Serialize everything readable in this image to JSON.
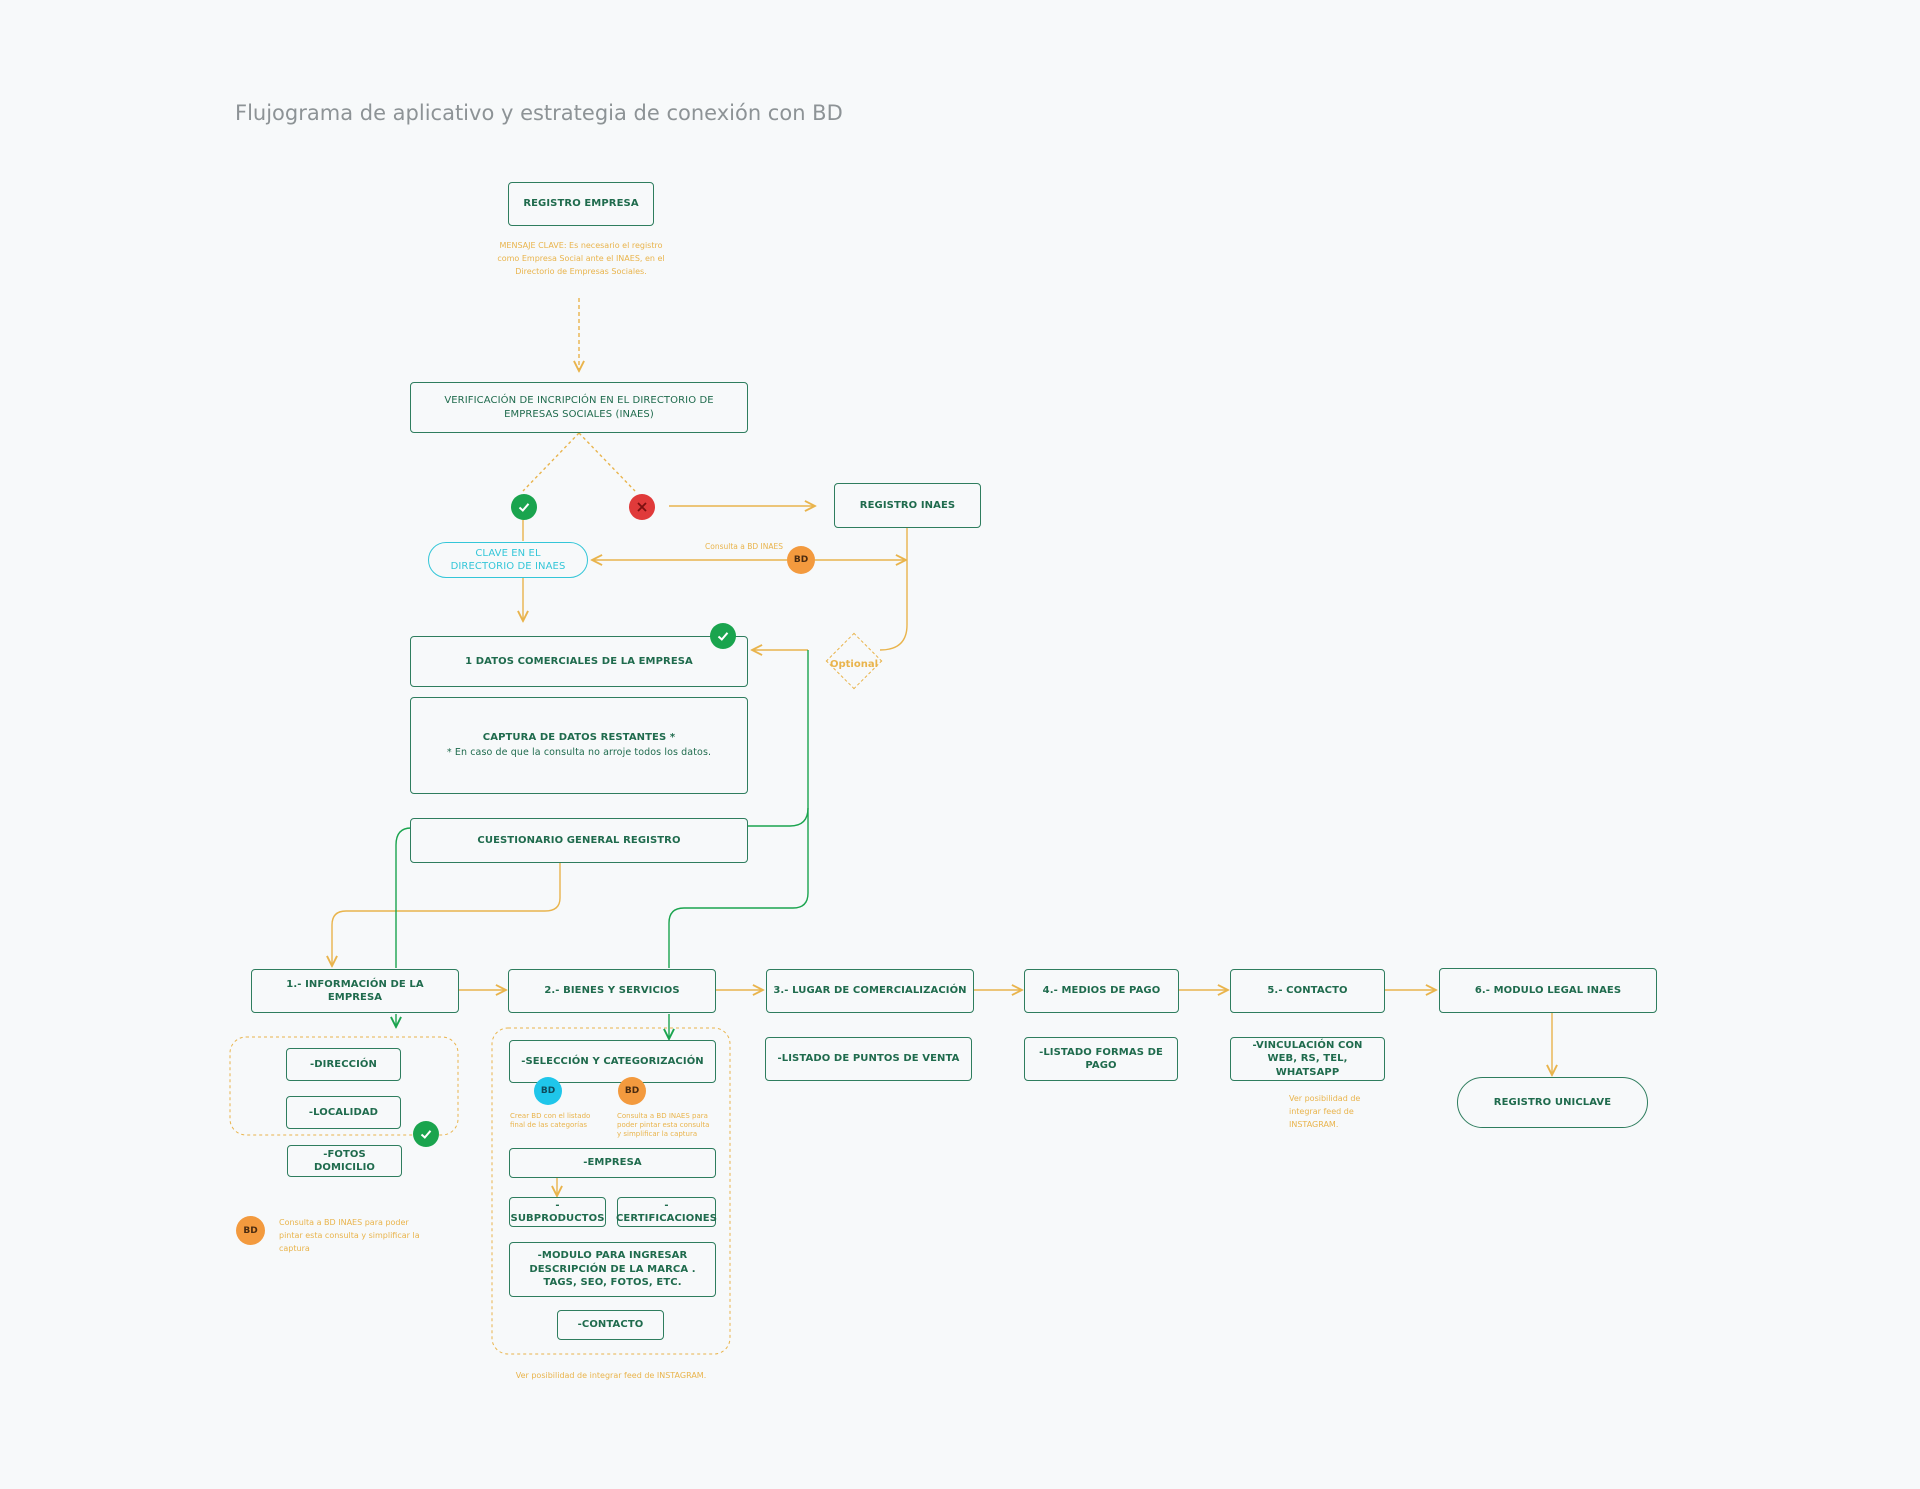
{
  "title": "Flujograma de aplicativo y estrategia de conexión con BD",
  "nodes": {
    "registro_empresa": "REGISTRO EMPRESA",
    "mensaje_clave": "MENSAJE CLAVE:  Es necesario el registro como Empresa Social ante el INAES, en el Directorio de Empresas Sociales.",
    "verificacion": "VERIFICACIÓN DE INCRIPCIÓN EN EL DIRECTORIO  DE EMPRESAS SOCIALES (INAES)",
    "registro_inaes": "REGISTRO INAES",
    "clave_directorio": "CLAVE EN EL DIRECTORIO DE INAES",
    "consulta_bd_inaes": "Consulta a BD INAES",
    "optional": "Optional",
    "datos_comerciales": "1    DATOS COMERCIALES DE LA EMPRESA",
    "captura_title": "CAPTURA DE DATOS RESTANTES *",
    "captura_sub": "* En caso de que la consulta no arroje todos los datos.",
    "cuestionario": "CUESTIONARIO GENERAL REGISTRO",
    "bd_label": "BD"
  },
  "steps": [
    "1.- INFORMACIÓN DE LA EMPRESA",
    "2.- BIENES Y SERVICIOS",
    "3.- LUGAR DE COMERCIALIZACIÓN",
    "4.- MEDIOS DE PAGO",
    "5.- CONTACTO",
    "6.- MODULO LEGAL INAES"
  ],
  "info_items": [
    "-DIRECCIÓN",
    "-LOCALIDAD",
    "-FOTOS DOMICILIO"
  ],
  "info_note": "Consulta a BD INAES para poder pintar esta consulta y simplificar la captura",
  "bienes": {
    "seleccion": "-SELECCIÓN Y CATEGORIZACIÓN",
    "note_cyan": "Crear BD con el listado final de las categorías",
    "note_orange": "Consulta a BD INAES para poder pintar esta consulta y simplificar la captura",
    "empresa": "-EMPRESA",
    "subproductos": "-SUBPRODUCTOS",
    "certificaciones": "-CERTIFICACIONES",
    "modulo": "-MODULO PARA INGRESAR DESCRIPCIÓN DE LA MARCA . TAGS, SEO, FOTOS, ETC.",
    "contacto": "-CONTACTO",
    "instagram_note": "Ver posibilidad de integrar feed de INSTAGRAM."
  },
  "lugar_item": "-LISTADO DE PUNTOS DE VENTA",
  "pago_item": "-LISTADO FORMAS DE PAGO",
  "contacto_item": "-VINCULACIÓN CON WEB, RS, TEL, WHATSAPP",
  "contacto_note": "Ver posibilidad de integrar feed de INSTAGRAM.",
  "registro_uniclave": "REGISTRO UNICLAVE",
  "colors": {
    "green": "#2e7d5e",
    "yellow": "#e9b44c",
    "cyan": "#34c6d8",
    "orange": "#f39a3e",
    "ok": "#1aa44e",
    "ko": "#e03a3a"
  }
}
